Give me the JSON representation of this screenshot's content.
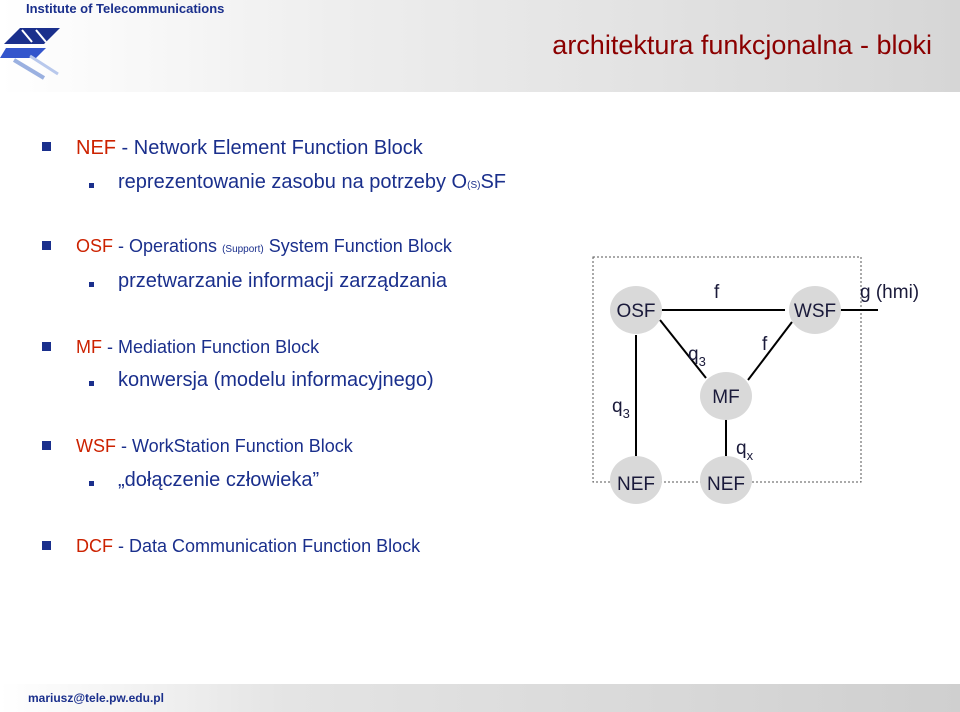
{
  "header": {
    "institute": "Institute of Telecommunications",
    "title": "architektura funkcjonalna - bloki"
  },
  "items": [
    {
      "abbr": "NEF",
      "desc": " - Network Element Function Block",
      "sub": {
        "pre": "reprezentowanie zasobu na potrzeby O",
        "small": "(S)",
        "post": "SF"
      }
    },
    {
      "abbr": "OSF",
      "desc_a": " - Operations ",
      "small": "(Support)",
      "desc_b": " System Function Block",
      "sub": {
        "text": "przetwarzanie informacji zarządzania"
      }
    },
    {
      "abbr": "MF",
      "desc": " - Mediation Function Block",
      "sub": {
        "text": "konwersja (modelu informacyjnego)"
      }
    },
    {
      "abbr": "WSF",
      "desc": " - WorkStation Function Block",
      "sub": {
        "text": "„dołączenie człowieka”"
      }
    },
    {
      "abbr": "DCF",
      "desc": " - Data Communication Function Block"
    }
  ],
  "diagram": {
    "nodes": {
      "osf": "OSF",
      "wsf": "WSF",
      "mf": "MF",
      "nef1": "NEF",
      "nef2": "NEF"
    },
    "edges": {
      "f_top": "f",
      "f_right": "f",
      "g": "g (hmi)",
      "q3_mid": "q",
      "q3_mid_sub": "3",
      "q3_left": "q",
      "q3_left_sub": "3",
      "qx": "q",
      "qx_sub": "x"
    }
  },
  "footer": {
    "email": "mariusz@tele.pw.edu.pl"
  },
  "colors": {
    "accent": "#1a2f8c",
    "title": "#8b0000",
    "abbr": "#cc2200",
    "node": "#d9d9d9"
  }
}
